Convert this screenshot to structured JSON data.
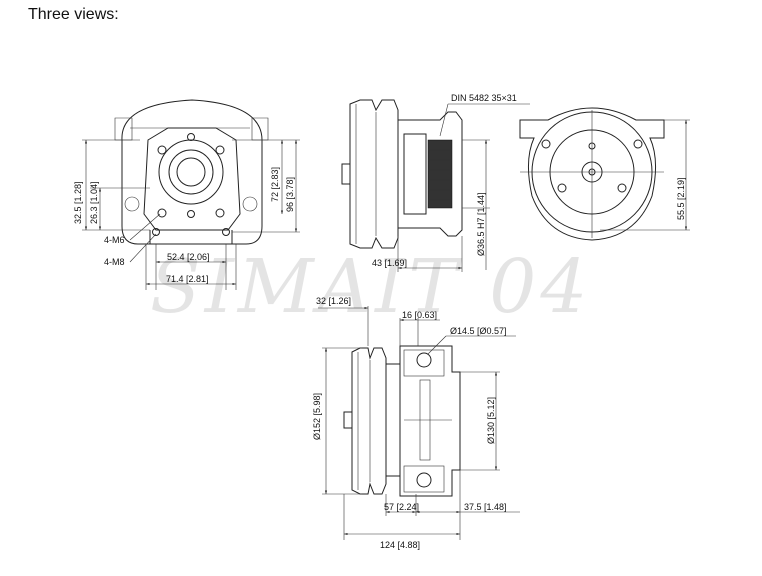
{
  "heading": "Three views:",
  "watermark": "SIMAIT 04",
  "front_view": {
    "dim_32_5": "32.5 [1.28]",
    "dim_26_3": "26.3 [1.04]",
    "dim_72": "72 [2.83]",
    "dim_96": "96 [3.78]",
    "label_m6": "4-M6",
    "label_m8": "4-M8",
    "dim_52_4": "52.4 [2.06]",
    "dim_71_4": "71.4 [2.81]"
  },
  "side_view": {
    "spline": "DIN 5482 35×31",
    "bore": "Ø36.5 H7 [1.44]",
    "dim_43": "43 [1.69]"
  },
  "rear_view": {
    "dim_55_5": "55.5 [2.19]"
  },
  "top_view": {
    "dim_32": "32 [1.26]",
    "dim_16": "16 [0.63]",
    "hole": "Ø14.5 [Ø0.57]",
    "pulley_dia": "Ø152 [5.98]",
    "flange_dia": "Ø130 [5.12]",
    "dim_57": "57 [2.24]",
    "dim_37_5": "37.5 [1.48]",
    "dim_124": "124 [4.88]"
  }
}
